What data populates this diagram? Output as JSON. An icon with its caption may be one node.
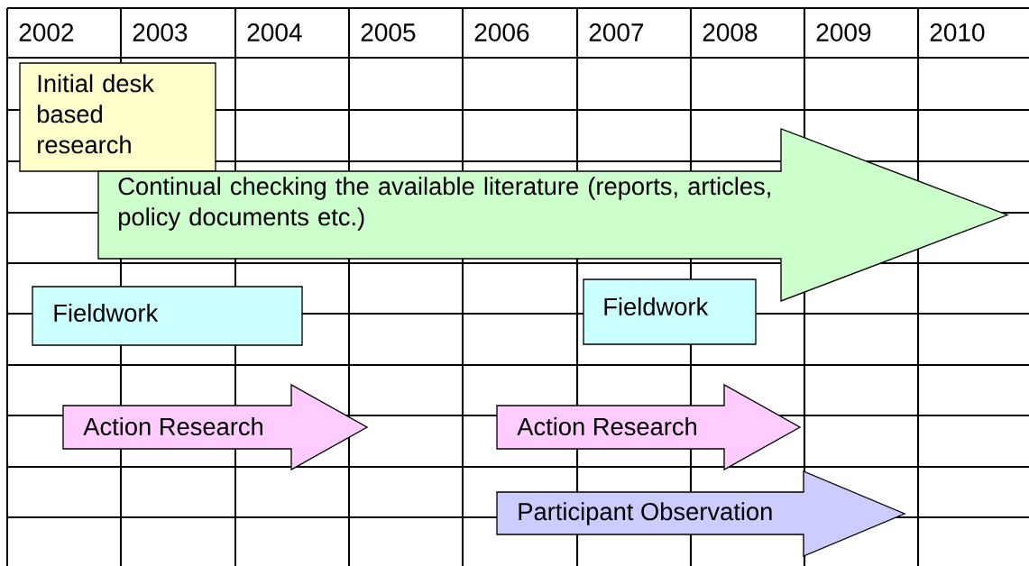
{
  "diagram": {
    "nodes": [
      {
        "text": [
          "Initial desk based research"
        ]
      },
      {
        "text": [
          "Continual checking the available literature (reports, articles, policy documents etc.)"
        ]
      },
      {
        "text": [
          "Fieldwork"
        ]
      },
      {
        "text": [
          "Fieldwork"
        ]
      },
      {
        "text": [
          "Action Research"
        ]
      },
      {
        "text": [
          "Action Research"
        ]
      },
      {
        "text": [
          "Participant Observation"
        ]
      }
    ],
    "labels": [
      "2002",
      "2003",
      "2004",
      "2005",
      "2006",
      "2007",
      "2008",
      "2009",
      "2010"
    ]
  }
}
